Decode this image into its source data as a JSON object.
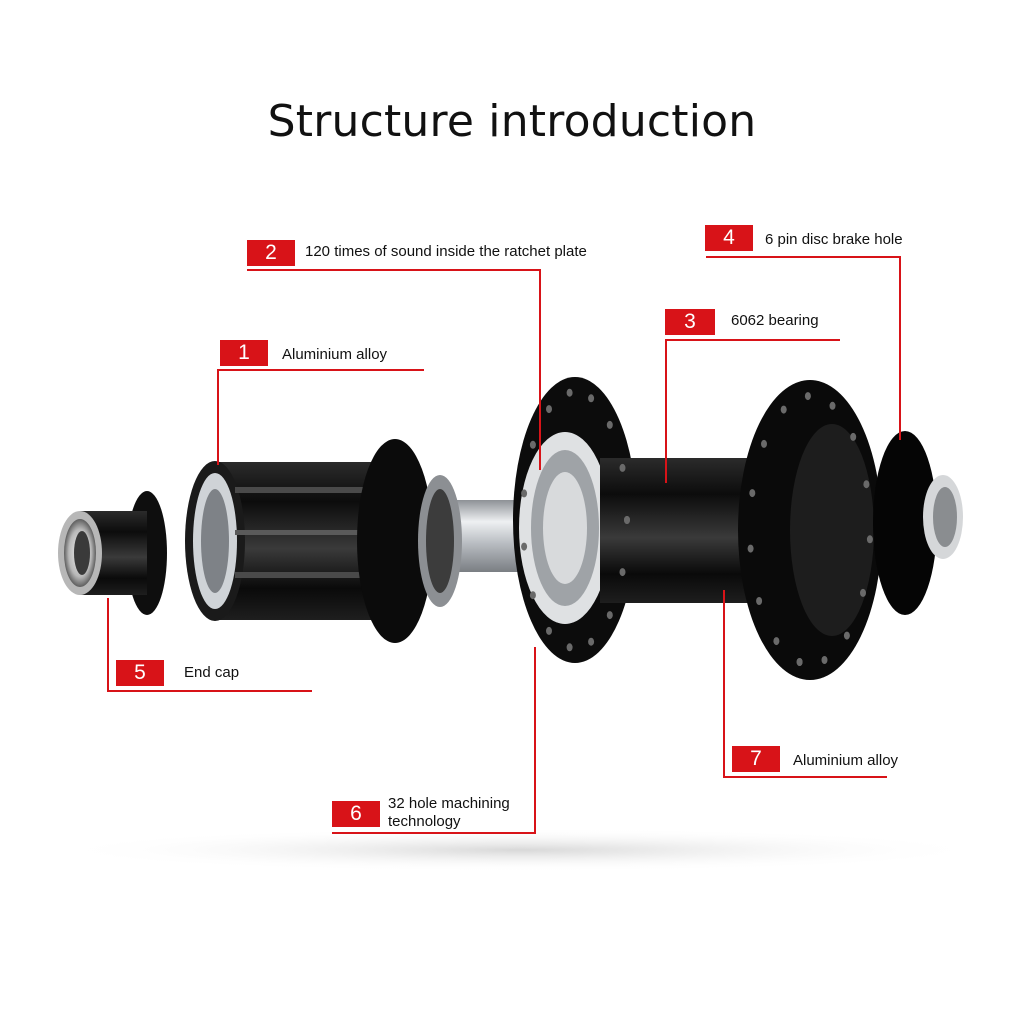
{
  "title": "Structure introduction",
  "colors": {
    "accent": "#d81318",
    "hub": "#111111",
    "axle": "#c9ccd0"
  },
  "callouts": [
    {
      "number": "1",
      "text": "Aluminium alloy"
    },
    {
      "number": "2",
      "text": "120 times of sound inside the ratchet plate"
    },
    {
      "number": "3",
      "text": "6062 bearing"
    },
    {
      "number": "4",
      "text": "6 pin disc brake hole"
    },
    {
      "number": "5",
      "text": "End cap"
    },
    {
      "number": "6",
      "text": "32 hole machining",
      "text2": "technology"
    },
    {
      "number": "7",
      "text": "Aluminium alloy"
    }
  ]
}
